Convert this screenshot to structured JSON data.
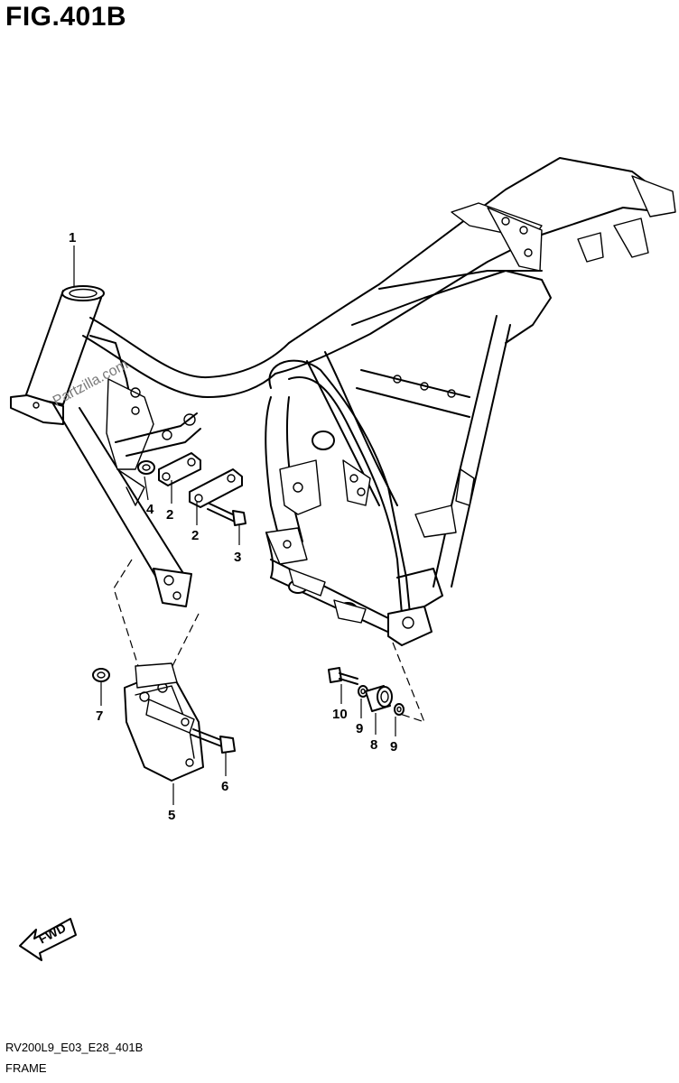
{
  "figure": {
    "title": "FIG.401B",
    "code": "RV200L9_E03_E28_401B",
    "caption": "FRAME"
  },
  "watermark": "Partzilla.com",
  "fwd_label": "FWD",
  "callouts": [
    {
      "id": "c1",
      "label": "1"
    },
    {
      "id": "c2a",
      "label": "2"
    },
    {
      "id": "c2b",
      "label": "2"
    },
    {
      "id": "c3",
      "label": "3"
    },
    {
      "id": "c4",
      "label": "4"
    },
    {
      "id": "c5",
      "label": "5"
    },
    {
      "id": "c6",
      "label": "6"
    },
    {
      "id": "c7",
      "label": "7"
    },
    {
      "id": "c8",
      "label": "8"
    },
    {
      "id": "c9a",
      "label": "9"
    },
    {
      "id": "c9b",
      "label": "9"
    },
    {
      "id": "c10",
      "label": "10"
    }
  ],
  "colors": {
    "line": "#000000",
    "background": "#ffffff",
    "watermark": "#7a7a7a"
  }
}
